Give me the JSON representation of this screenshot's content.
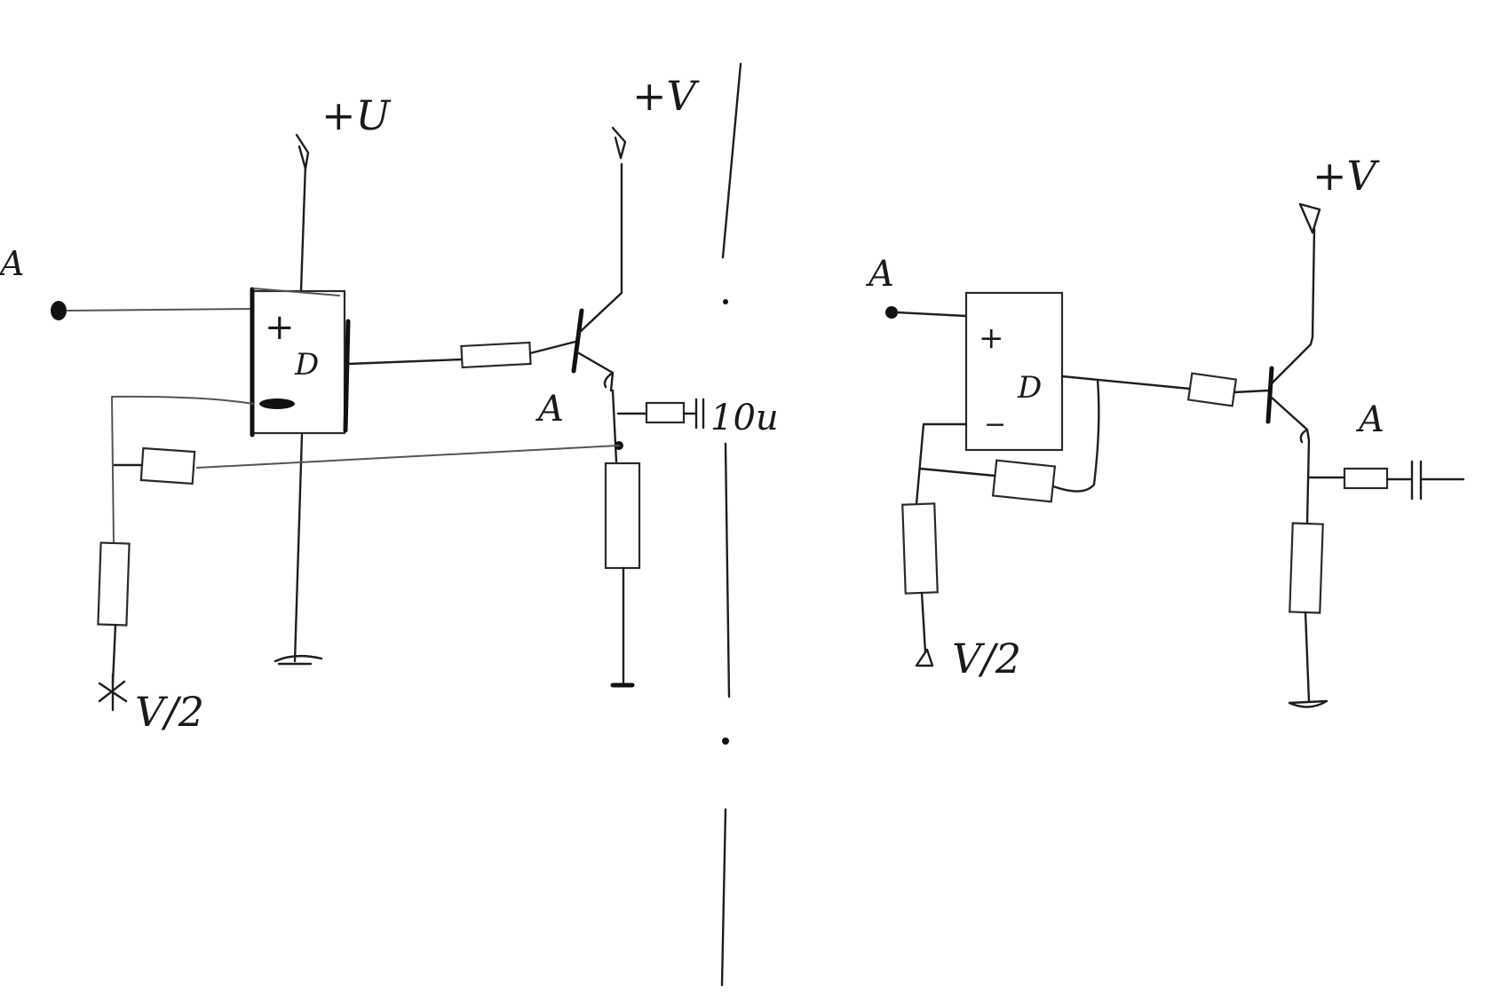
{
  "left_circuit": {
    "opamp_supply_label": "+U",
    "transistor_supply_label": "+V",
    "input_label": "A",
    "opamp_plus": "+",
    "opamp_minus": "−",
    "opamp_symbol": "D",
    "output_label": "A",
    "output_value": "10u",
    "bias_label": "V/2"
  },
  "right_circuit": {
    "transistor_supply_label": "+V",
    "input_label": "A",
    "opamp_plus": "+",
    "opamp_minus": "−",
    "opamp_symbol": "D",
    "output_label": "A",
    "bias_label": "V/2"
  }
}
